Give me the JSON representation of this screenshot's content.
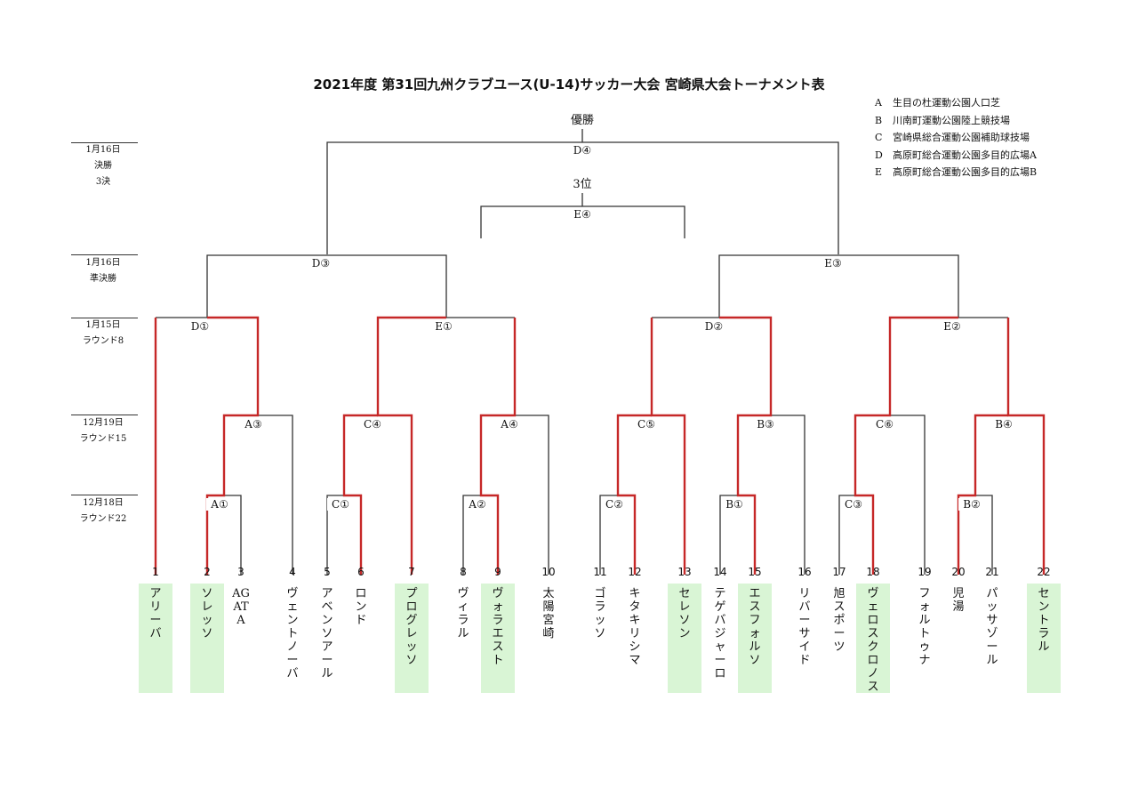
{
  "title": "2021年度 第31回九州クラブユース(U-14)サッカー大会 宮崎県大会トーナメント表",
  "venues": [
    {
      "key": "A",
      "name": "生目の杜運動公園人口芝"
    },
    {
      "key": "B",
      "name": "川南町運動公園陸上競技場"
    },
    {
      "key": "C",
      "name": "宮崎県総合運動公園補助球技場"
    },
    {
      "key": "D",
      "name": "高原町総合運動公園多目的広場A"
    },
    {
      "key": "E",
      "name": "高原町総合運動公園多目的広場B"
    }
  ],
  "rounds": [
    {
      "date": "1月16日",
      "line2": "決勝",
      "line3": "3決"
    },
    {
      "date": "1月16日",
      "line2": "準決勝",
      "line3": ""
    },
    {
      "date": "1月15日",
      "line2": "ラウンド8",
      "line3": ""
    },
    {
      "date": "12月19日",
      "line2": "ラウンド15",
      "line3": ""
    },
    {
      "date": "12月18日",
      "line2": "ラウンド22",
      "line3": ""
    }
  ],
  "champion_label": "優勝",
  "third_place_label": "3位",
  "matches": {
    "final": "D④",
    "third": "E④",
    "sf_left": "D③",
    "sf_right": "E③",
    "qf1": "D①",
    "qf2": "E①",
    "qf3": "D②",
    "qf4": "E②",
    "r15_1": "A③",
    "r15_2": "C④",
    "r15_3": "A④",
    "r15_4": "C⑤",
    "r15_5": "B③",
    "r15_6": "C⑥",
    "r15_7": "B④",
    "r22_1": "A①",
    "r22_2": "C①",
    "r22_3": "A②",
    "r22_4": "C②",
    "r22_5": "B①",
    "r22_6": "C③",
    "r22_7": "B②"
  },
  "teams": [
    {
      "no": "1",
      "name": "アリーバ",
      "highlight": true
    },
    {
      "no": "2",
      "name": "ソレッソ",
      "highlight": true
    },
    {
      "no": "3",
      "name": "AGATA",
      "highlight": false
    },
    {
      "no": "4",
      "name": "ヴェントノーバ",
      "highlight": false
    },
    {
      "no": "5",
      "name": "アベンソアール",
      "highlight": false
    },
    {
      "no": "6",
      "name": "ロンド",
      "highlight": false
    },
    {
      "no": "7",
      "name": "プログレッソ",
      "highlight": true
    },
    {
      "no": "8",
      "name": "ヴィラル",
      "highlight": false
    },
    {
      "no": "9",
      "name": "ヴォラエスト",
      "highlight": true
    },
    {
      "no": "10",
      "name": "太陽宮崎",
      "highlight": false
    },
    {
      "no": "11",
      "name": "ゴラッソ",
      "highlight": false
    },
    {
      "no": "12",
      "name": "キタキリシマ",
      "highlight": false
    },
    {
      "no": "13",
      "name": "セレソン",
      "highlight": true
    },
    {
      "no": "14",
      "name": "テゲバジャーロ",
      "highlight": false
    },
    {
      "no": "15",
      "name": "エスフォルソ",
      "highlight": true
    },
    {
      "no": "16",
      "name": "リバーサイド",
      "highlight": false
    },
    {
      "no": "17",
      "name": "旭スポーツ",
      "highlight": false
    },
    {
      "no": "18",
      "name": "ヴェロスクロノス",
      "highlight": true
    },
    {
      "no": "19",
      "name": "フォルトゥナ",
      "highlight": false
    },
    {
      "no": "20",
      "name": "児湯",
      "highlight": false
    },
    {
      "no": "21",
      "name": "パッサゾール",
      "highlight": false
    },
    {
      "no": "22",
      "name": "セントラル",
      "highlight": true
    }
  ],
  "colors": {
    "advance_line": "#c62828",
    "line": "#333333",
    "highlight_fill": "#d9f5d5"
  }
}
